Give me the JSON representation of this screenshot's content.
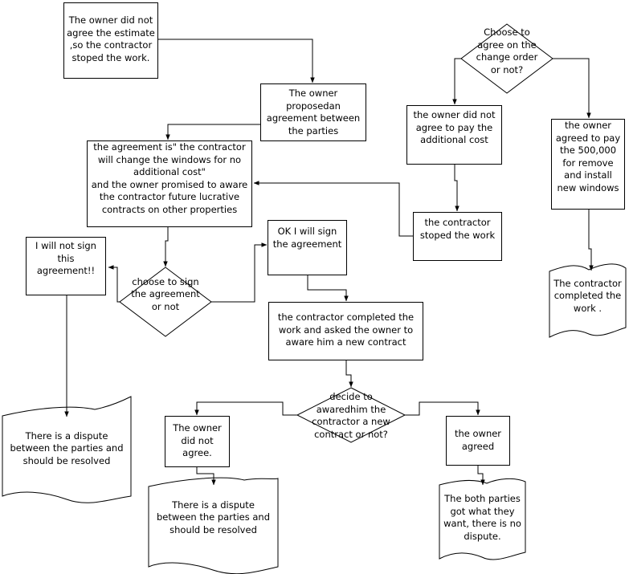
{
  "nodes": {
    "n_estimate": "The owner did not\nagree the estimate\n,so the contractor\nstoped the work.",
    "n_proposed": "The owner\nproposedan\nagreement between\nthe parties",
    "n_agreement": "the agreement is\" the contractor\nwill change the windows for no\nadditional cost\"\nand the owner promised to aware\nthe contractor future lucrative\ncontracts on other properties",
    "n_choose_sign": "choose to sign\nthe agreement\nor not",
    "n_not_sign": "I will not sign\nthis\nagreement!!",
    "n_ok_sign": "OK I will sign\nthe agreement",
    "n_dispute_left": "There is a dispute\nbetween the parties and\nshould be resolved",
    "n_completed_asked": "the contractor completed the\nwork and asked the owner to\naware him a new contract",
    "n_decide": "decide to\nawaredhim the\ncontractor a new\ncontract or not?",
    "n_owner_not_agree": "The owner\ndid not\nagree.",
    "n_owner_agreed": "the owner\nagreed",
    "n_dispute_mid": "There is a dispute\nbetween the parties and\nshould be resolved",
    "n_both_parties": "The both parties\ngot what they\nwant, there is no\ndispute.",
    "n_choose_change": "Choose to\nagree on the\nchange order\nor not?",
    "n_not_pay": "the owner did not\nagree to pay the\nadditional cost",
    "n_stoped": "the contractor\nstoped the work",
    "n_agreed_pay": "the owner\nagreed to pay\nthe 500,000\nfor remove\nand install\nnew windows",
    "n_completed_right": "The contractor\ncompleted the\nwork ."
  }
}
